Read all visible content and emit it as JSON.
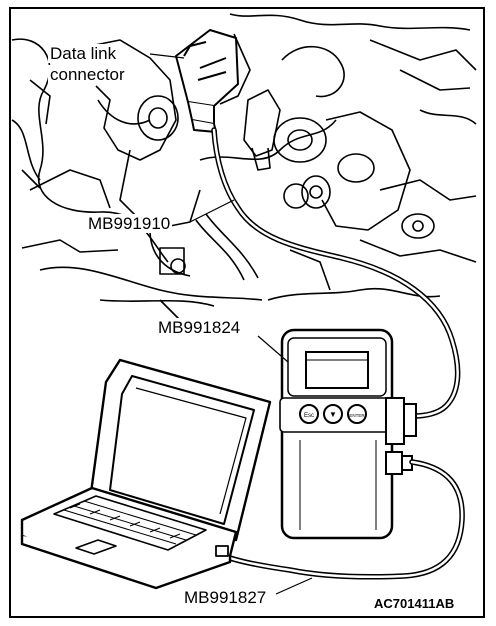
{
  "labels": {
    "dlc_line1": "Data link",
    "dlc_line2": "connector",
    "cable_910": "MB991910",
    "vci_824": "MB991824",
    "cable_827": "MB991827"
  },
  "figure_code": "AC701411AB",
  "vci_buttons": [
    "Esc",
    "▼",
    "ENTER"
  ],
  "colors": {
    "line": "#000000",
    "background": "#ffffff"
  }
}
